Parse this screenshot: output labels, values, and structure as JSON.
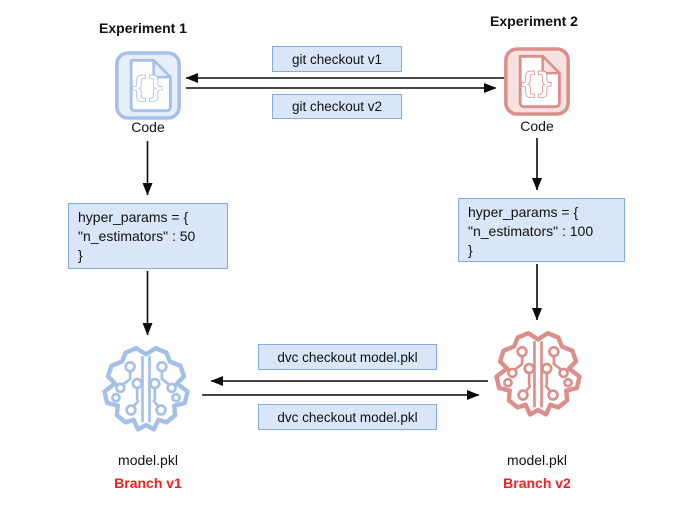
{
  "colors": {
    "box_fill": "#d8e6f8",
    "box_border": "#85abd9",
    "blue_icon": "#a4c0e8",
    "blue_tint": "#e6eefa",
    "red_icon": "#dc8e8b",
    "red_tint": "#f8e2e0",
    "branch_red": "#fb1d1d",
    "arrow": "#0b0b0b"
  },
  "icons": {
    "code": "curly-braces-code-file-icon",
    "model": "brain-circuit-icon",
    "braces_glyph": "{}"
  },
  "experiment1": {
    "title": "Experiment 1",
    "code_label": "Code",
    "hyper_params": {
      "line1": "hyper_params = {",
      "line2": "\"n_estimators\" : 50",
      "line3": "}"
    },
    "model_label": "model.pkl",
    "branch_label": "Branch v1"
  },
  "experiment2": {
    "title": "Experiment 2",
    "code_label": "Code",
    "hyper_params": {
      "line1": "hyper_params = {",
      "line2": "\"n_estimators\" : 100",
      "line3": "}"
    },
    "model_label": "model.pkl",
    "branch_label": "Branch v2"
  },
  "git_arrows": {
    "top_label": "git checkout v1",
    "bottom_label": "git checkout v2"
  },
  "dvc_arrows": {
    "top_label": "dvc checkout model.pkl",
    "bottom_label": "dvc checkout model.pkl"
  }
}
